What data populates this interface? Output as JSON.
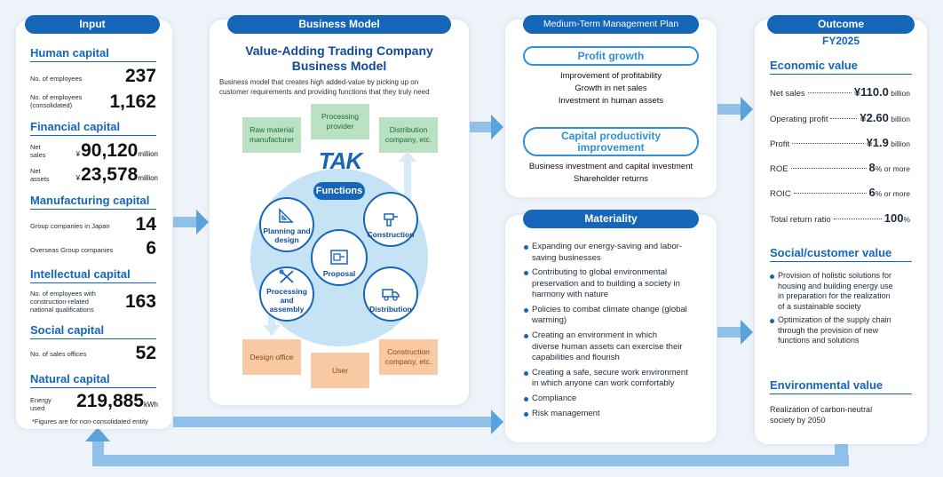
{
  "input": {
    "header": "Input",
    "human": {
      "title": "Human capital",
      "employees_label": "No. of employees",
      "employees_value": "237",
      "employees_consol_label_1": "No. of employees",
      "employees_consol_label_2": "(consolidated)",
      "employees_consol_value": "1,162"
    },
    "financial": {
      "title": "Financial capital",
      "sales_label_1": "Net",
      "sales_label_2": "sales",
      "sales_value": "90,120",
      "sales_unit": "million",
      "assets_label_1": "Net",
      "assets_label_2": "assets",
      "assets_value": "23,578",
      "assets_unit": "million",
      "yen": "¥"
    },
    "manufacturing": {
      "title": "Manufacturing capital",
      "japan_label": "Group companies in Japan",
      "japan_value": "14",
      "overseas_label": "Overseas Group companies",
      "overseas_value": "6"
    },
    "intellectual": {
      "title": "Intellectual capital",
      "label_1": "No. of employees with",
      "label_2": "construction-related",
      "label_3": "national qualifications",
      "value": "163"
    },
    "social": {
      "title": "Social capital",
      "label": "No. of sales offices",
      "value": "52"
    },
    "natural": {
      "title": "Natural capital",
      "label_1": "Energy",
      "label_2": "used",
      "value": "219,885",
      "unit": "kWh"
    },
    "footnote": "*Figures are for non-consolidated entity"
  },
  "business_model": {
    "header": "Business Model",
    "title_1": "Value-Adding Trading Company",
    "title_2": "Business Model",
    "description_1": "Business model that creates high added-value by picking up on",
    "description_2": "customer requirements and providing functions that they truly need",
    "logo_text": "TAK",
    "functions_label": "Functions",
    "green_boxes": [
      {
        "line1": "Raw material",
        "line2": "manufacturer"
      },
      {
        "line1": "Processing",
        "line2": "provider"
      },
      {
        "line1": "Distribution",
        "line2": "company, etc."
      }
    ],
    "orange_boxes": [
      {
        "line1": "Design office",
        "line2": ""
      },
      {
        "line1": "User",
        "line2": ""
      },
      {
        "line1": "Construction",
        "line2": "company, etc."
      }
    ],
    "functions": {
      "planning_1": "Planning and",
      "planning_2": "design",
      "construction": "Construction",
      "proposal": "Proposal",
      "processing_1": "Processing and",
      "processing_2": "assembly",
      "distribution": "Distribution"
    },
    "colors": {
      "primary": "#1565b8",
      "green": "#b9e1c2",
      "orange": "#f8c9a2"
    }
  },
  "medium_term_plan": {
    "header": "Medium-Term Management Plan",
    "profit_growth": "Profit growth",
    "profit_items": [
      "Improvement of profitability",
      "Growth in net sales",
      "Investment in human assets"
    ],
    "capital_productivity_1": "Capital productivity",
    "capital_productivity_2": "improvement",
    "capital_items": [
      "Business investment and capital investment",
      "Shareholder returns"
    ]
  },
  "materiality": {
    "header": "Materiality",
    "items": [
      [
        "Expanding our energy-saving and labor-",
        "saving businesses"
      ],
      [
        "Contributing to global environmental",
        "preservation and to building a society in",
        "harmony with nature"
      ],
      [
        "Policies to combat climate change (global",
        "warming)"
      ],
      [
        "Creating an environment in which",
        "diverse human assets can exercise their",
        "capabilities and flourish"
      ],
      [
        "Creating a safe, secure work environment",
        "in which anyone can work comfortably"
      ],
      [
        "Compliance"
      ],
      [
        "Risk management"
      ]
    ]
  },
  "outcome": {
    "header": "Outcome",
    "year": "FY2025",
    "economic_title": "Economic value",
    "kpis": [
      {
        "label": "Net sales",
        "value": "¥110.0",
        "unit": " billion"
      },
      {
        "label": "Operating profit",
        "value": "¥2.60",
        "unit": " billion"
      },
      {
        "label": "Profit",
        "value": "¥1.9",
        "unit": " billion"
      },
      {
        "label": "ROE",
        "value": "8",
        "unit": "% or more"
      },
      {
        "label": "ROIC",
        "value": "6",
        "unit": "% or more"
      },
      {
        "label": "Total return ratio",
        "value": "100",
        "unit": "%"
      }
    ],
    "social_title": "Social/customer value",
    "social_items": [
      [
        "Provision of holistic solutions for",
        "housing and building energy use",
        "in preparation for the realization",
        "of a sustainable society"
      ],
      [
        "Optimization of the supply chain",
        "through the provision of new",
        "functions and solutions"
      ]
    ],
    "env_title": "Environmental value",
    "env_text_1": "Realization of carbon-neutral",
    "env_text_2": "society by 2050"
  }
}
